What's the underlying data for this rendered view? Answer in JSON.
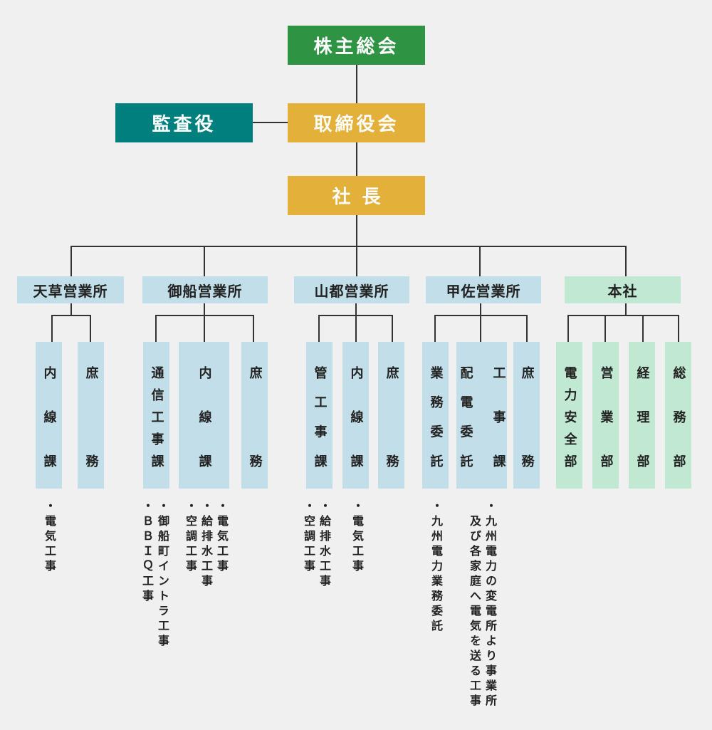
{
  "top": {
    "shareholders": "株主総会",
    "auditor": "監査役",
    "board": "取締役会",
    "president": "社長"
  },
  "colors": {
    "green": "#2e9444",
    "teal": "#007f7f",
    "gold": "#e3b03a",
    "blue": "#c2dfe9",
    "lightgreen": "#c0e8d2"
  },
  "offices": [
    {
      "name": "天草営業所",
      "units": [
        "内線課",
        "庶務"
      ],
      "notes": [
        "・電気工事"
      ]
    },
    {
      "name": "御船営業所",
      "units": [
        "通信工事課",
        "内線課",
        "庶務"
      ],
      "notes": [
        "・電気工事\n・給排水工事\n・空調工事",
        "・御船町イントラ工事\n・ＢＢＩＱ工事"
      ]
    },
    {
      "name": "山都営業所",
      "units": [
        "管工事課",
        "内線課",
        "庶務"
      ],
      "notes": [
        "・給排水工事\n・空調工事",
        "・電気工事"
      ]
    },
    {
      "name": "甲佐営業所",
      "units": [
        "業務委託",
        "配電委託",
        "工事課",
        "庶務"
      ],
      "notes": [
        "・九州電力業務委託",
        "・九州電力の変電所より事業所\n　及び各家庭へ電気を送る工事"
      ]
    },
    {
      "name": "本社",
      "units": [
        "電力安全部",
        "営業部",
        "経理部",
        "総務部"
      ]
    }
  ]
}
